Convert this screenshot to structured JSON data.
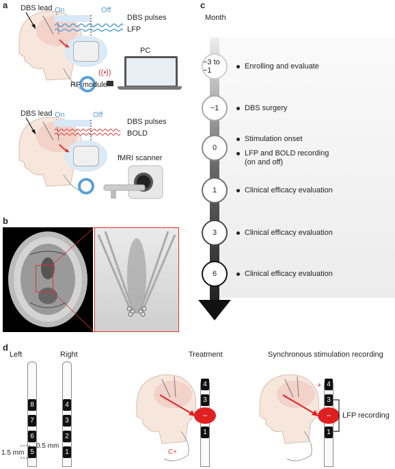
{
  "panel_a": {
    "letter": "a",
    "top": {
      "dbs_lead": "DBS lead",
      "on": "On",
      "off": "Off",
      "dbs_pulses": "DBS pulses",
      "lfp": "LFP",
      "pc": "PC",
      "rf_module": "RF module"
    },
    "bottom": {
      "dbs_lead": "DBS lead",
      "on": "On",
      "off": "Off",
      "dbs_pulses": "DBS pulses",
      "bold": "BOLD",
      "fmri": "fMRI scanner"
    }
  },
  "panel_b": {
    "letter": "b"
  },
  "panel_c": {
    "letter": "c",
    "axis_label": "Month",
    "steps": [
      {
        "month": "−3 to −1",
        "events": [
          "Enrolling and evaluate"
        ]
      },
      {
        "month": "−1",
        "events": [
          "DBS surgery"
        ]
      },
      {
        "month": "0",
        "events": [
          "Stimulation onset",
          "LFP and BOLD recording\n(on and off)"
        ]
      },
      {
        "month": "1",
        "events": [
          "Clinical efficacy evaluation"
        ]
      },
      {
        "month": "3",
        "events": [
          "Clinical efficacy evaluation"
        ]
      },
      {
        "month": "6",
        "events": [
          "Clinical efficacy evaluation"
        ]
      }
    ]
  },
  "panel_d": {
    "letter": "d",
    "left_label": "Left",
    "right_label": "Right",
    "left_contacts": [
      "8",
      "7",
      "6",
      "5"
    ],
    "right_contacts": [
      "4",
      "3",
      "2",
      "1"
    ],
    "dim_small": "0.5 mm",
    "dim_large": "1.5 mm",
    "treatment": {
      "title": "Treatment",
      "contacts": [
        "4",
        "3",
        "−",
        "1"
      ],
      "case": "C+"
    },
    "sync": {
      "title": "Synchronous stimulation recording",
      "contacts": [
        "4",
        "3",
        "−",
        "1"
      ],
      "plus": "+",
      "lfp_recording": "LFP recording"
    }
  }
}
